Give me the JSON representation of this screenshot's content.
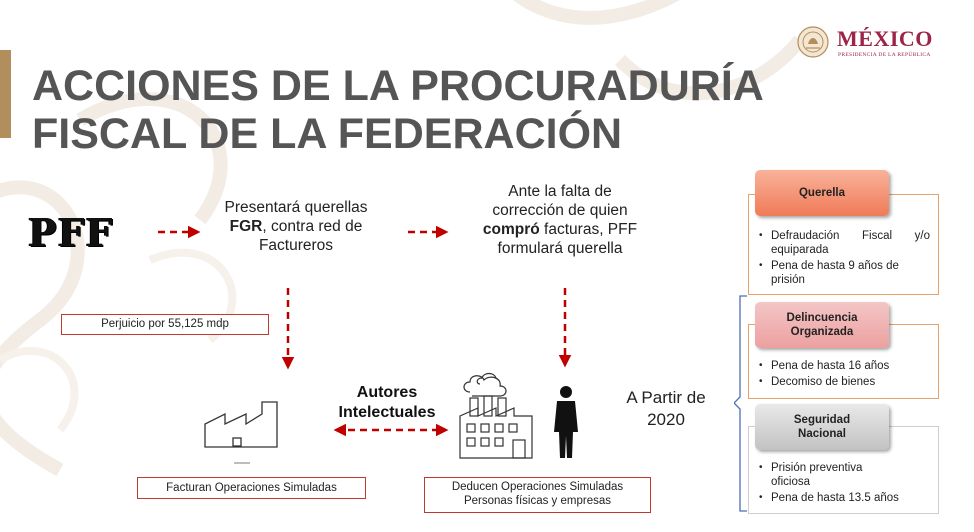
{
  "header": {
    "title_line1": "ACCIONES DE LA PROCURADURÍA",
    "title_line2": "FISCAL DE LA FEDERACIÓN"
  },
  "logo": {
    "name": "MÉXICO",
    "subtitle": "PRESIDENCIA DE LA REPÚBLICA",
    "icon": "coat-of-arms-seal",
    "color": "#9d2449"
  },
  "accent_color": "#b38e5d",
  "arrow_color": "#c00000",
  "flow": {
    "pff_label": "PFF",
    "step1": {
      "line1": "Presentará querellas",
      "line2_bold": "FGR",
      "line2_rest": ",  contra red de",
      "line3": "Factureros"
    },
    "step2": {
      "line1": "Ante la falta de",
      "line2": "corrección de quien",
      "line3_bold": "compró",
      "line3_rest": " facturas, PFF",
      "line4": "formulará querella"
    },
    "perjuicio": "Perjuicio por 55,125 mdp",
    "autores_line1": "Autores",
    "autores_line2": "Intelectuales",
    "facturan": "Facturan Operaciones Simuladas",
    "deducen_line1": "Deducen Operaciones Simuladas",
    "deducen_line2": "Personas físicas y empresas",
    "a_partir_line1": "A Partir de",
    "a_partir_line2": "2020",
    "icons": [
      "factory-outline-icon",
      "industrial-plant-icon",
      "person-silhouette-icon"
    ]
  },
  "cards": [
    {
      "title": "Querella",
      "items": [
        "Defraudación Fiscal y/o equiparada",
        "Pena de hasta 9 años de prisión"
      ]
    },
    {
      "title_line1": "Delincuencia",
      "title_line2": "Organizada",
      "items": [
        "Pena de hasta 16 años",
        "Decomiso de bienes"
      ]
    },
    {
      "title_line1": "Seguridad",
      "title_line2": "Nacional",
      "items": [
        "Prisión preventiva oficiosa",
        "Pena de hasta 13.5 años"
      ]
    }
  ]
}
